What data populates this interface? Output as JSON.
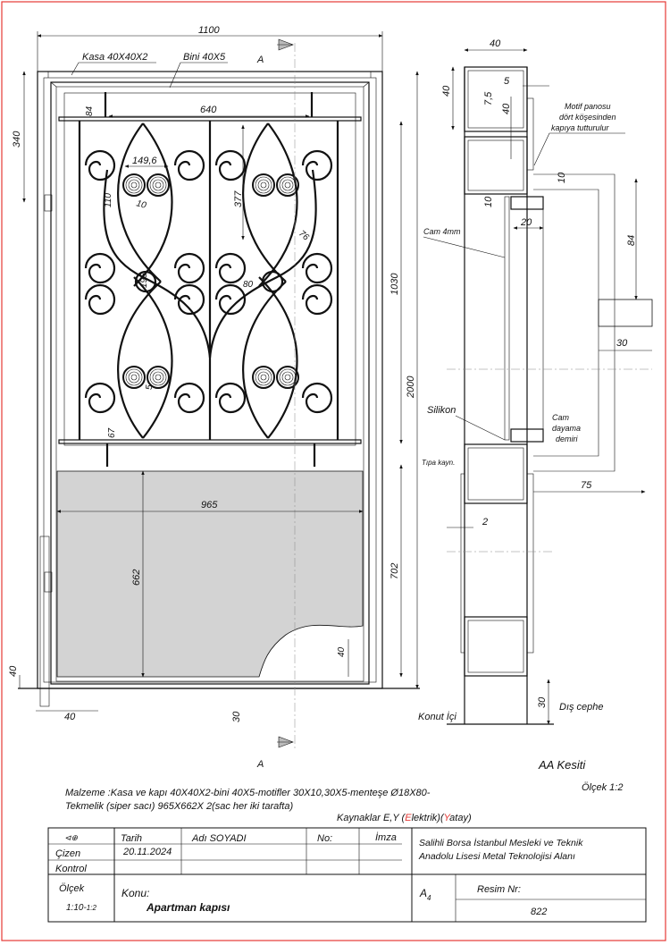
{
  "front_view": {
    "dims": {
      "width": "1100",
      "height": "2000",
      "grille_height": "1030",
      "panel_height": "702",
      "hinge_top": "340",
      "frame_bottom": "40",
      "frame_side": "40",
      "ground": "30",
      "bar_offset": "84",
      "bar_span": "640",
      "motif_width": "149,6",
      "motif_scroll": "110",
      "motif_thick": "10",
      "motif_height": "377",
      "motif_gap": "76",
      "motif_mid": "195",
      "ring": "80",
      "scroll_small": "5",
      "bar_bottom": "67",
      "panel_width": "965",
      "panel_h": "662",
      "panel_corner": "40"
    },
    "labels": {
      "frame": "Kasa 40X40X2",
      "bini": "Bini 40X5"
    },
    "section_marker": "A"
  },
  "section_view": {
    "title": "AA Kesiti",
    "scale": "Ölçek 1:2",
    "dims": {
      "w40": "40",
      "h40": "40",
      "d5": "5",
      "d75a": "7,5",
      "d40b": "40",
      "d10a": "10",
      "d10b": "10",
      "d20": "20",
      "d84": "84",
      "d30": "30",
      "d75": "75",
      "d2": "2",
      "d30b": "30"
    },
    "labels": {
      "motif_note_1": "Motif panosu",
      "motif_note_2": "dört köşesinden",
      "motif_note_3": "kapıya tutturulur",
      "glass": "Cam 4mm",
      "silicone": "Silikon",
      "stop_1": "Cam",
      "stop_2": "dayama",
      "stop_3": "demiri",
      "plug_weld": "Tıpa kayn.",
      "inside": "Konut İçi",
      "outside": "Dış cephe"
    }
  },
  "notes": {
    "material_1": "Malzeme :Kasa ve kapı 40X40X2-bini 40X5-motifler 30X10,30X5-menteşe  Ø18X80-",
    "material_2": "Tekmelik (siper sacı) 965X662X 2(sac her iki tarafta)",
    "weld_prefix": "Kaynaklar E,Y (",
    "weld_e": "E",
    "weld_e_rest": "lektrik)(",
    "weld_y": "Y",
    "weld_y_rest": "atay)"
  },
  "title_block": {
    "date_label": "Tarih",
    "name_label": "Adı SOYADI",
    "no_label": "No:",
    "sign_label": "İmza",
    "drawn": "Çizen",
    "date": "20.11.2024",
    "checked": "Kontrol",
    "scale_label": "Ölçek",
    "scale_value": "1:10-",
    "scale_small": "1:2",
    "subject_label": "Konu:",
    "subject": "Apartman kapısı",
    "school_1": "Salihli Borsa İstanbul Mesleki ve Teknik",
    "school_2": "Anadolu Lisesi     Metal Teknolojisi Alanı",
    "paper": "A",
    "paper_sub": "4",
    "drawing_no_label": "Resim Nr:",
    "drawing_no": "822"
  },
  "colors": {
    "border": "#e53935",
    "accent_red": "#e53935",
    "panel_fill": "#d3d3d3"
  }
}
